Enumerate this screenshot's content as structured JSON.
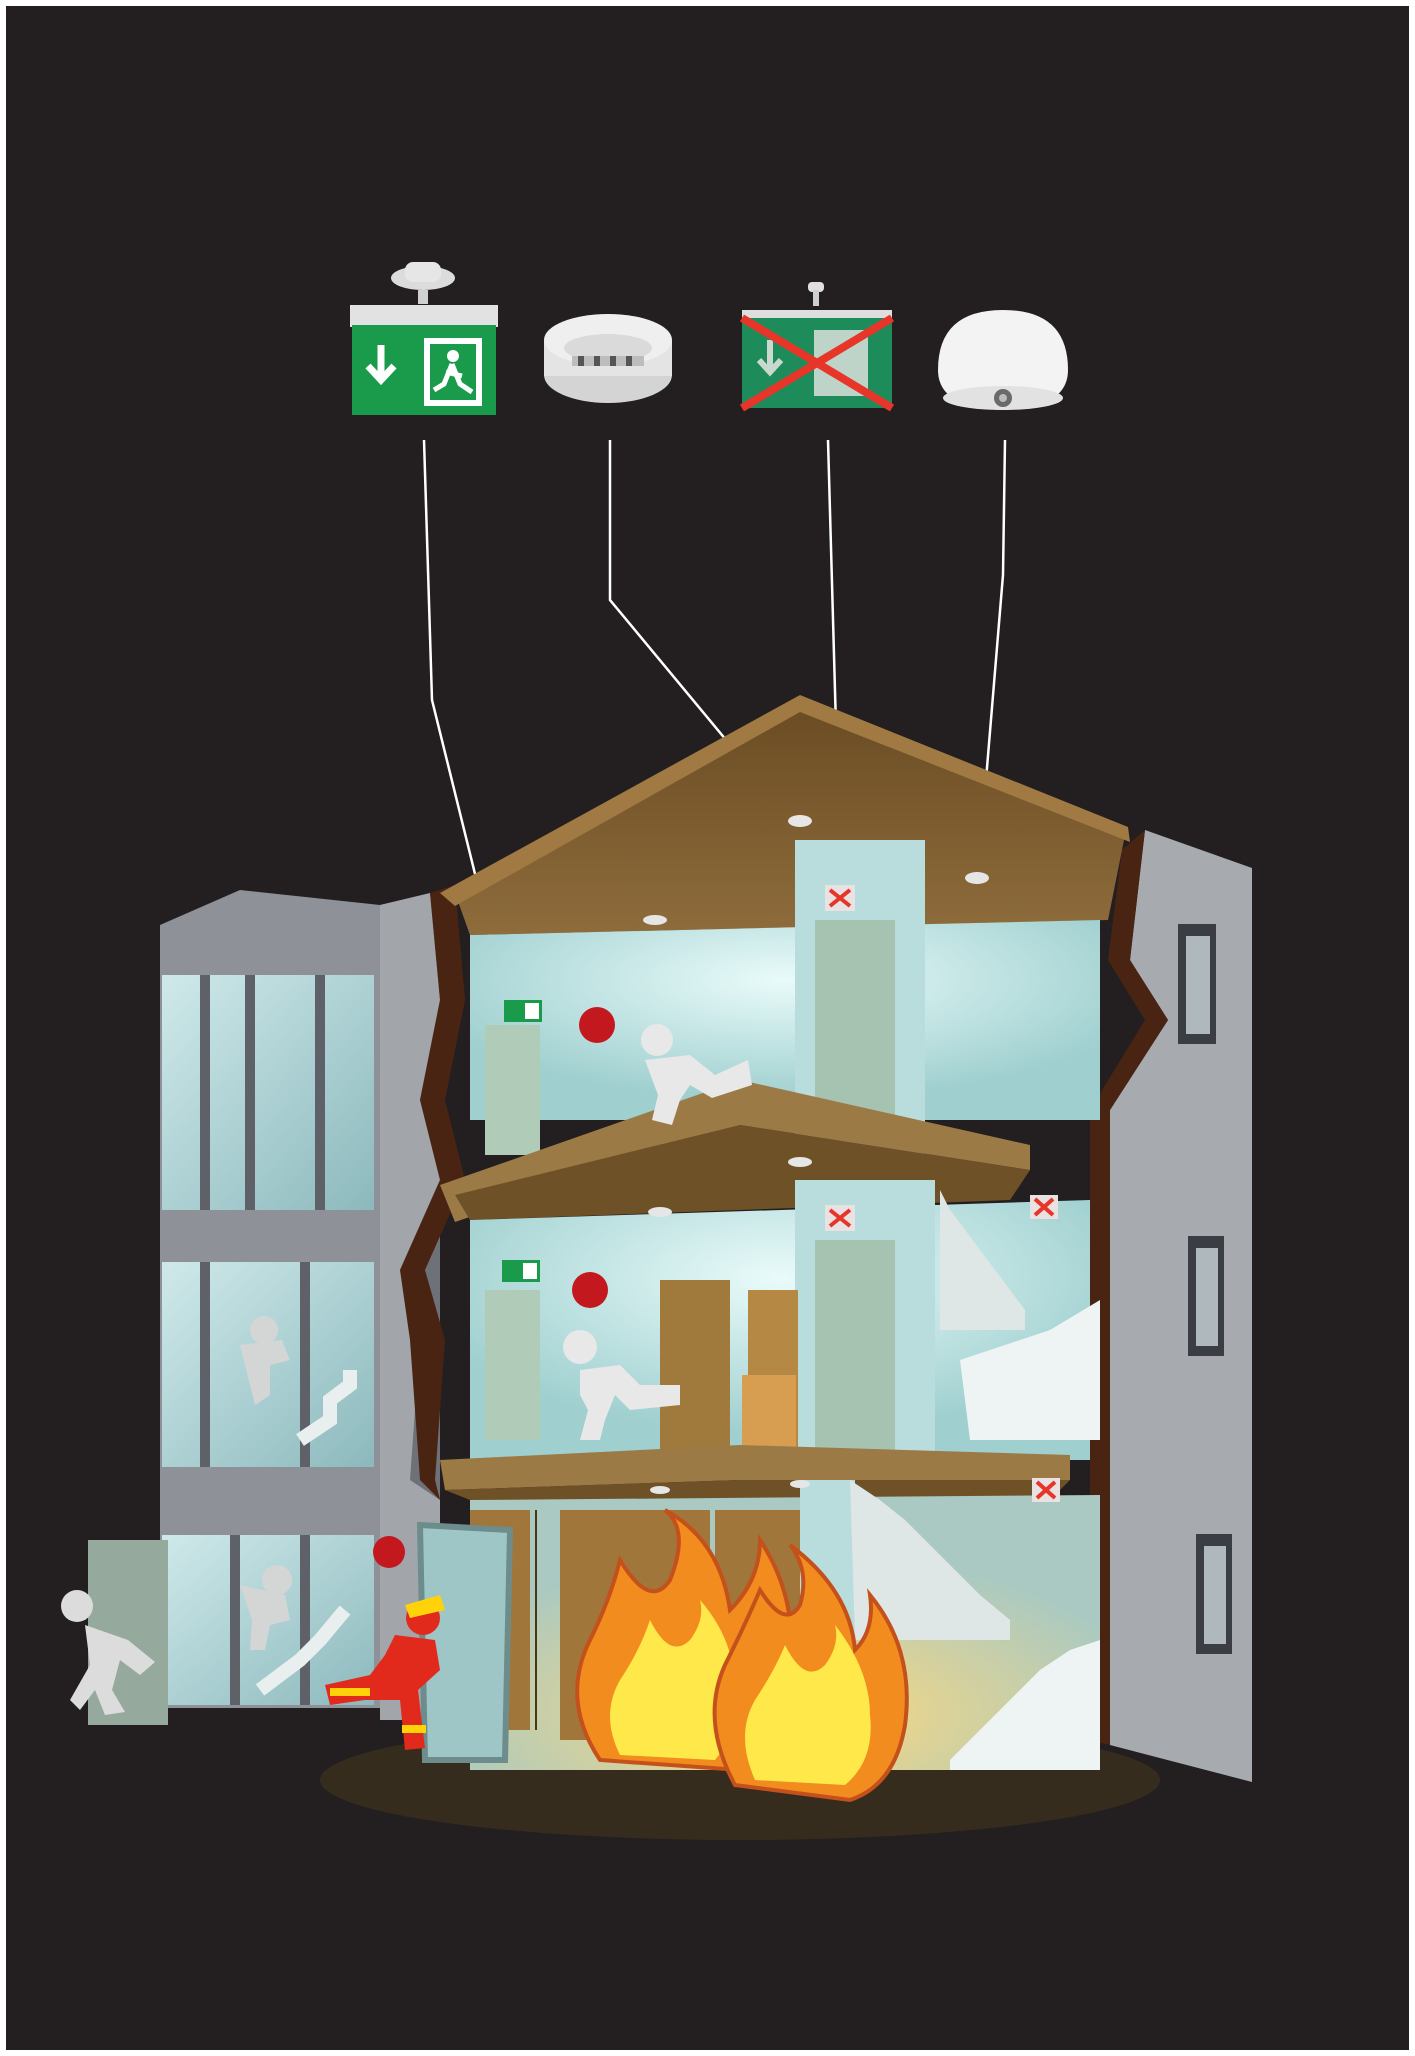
{
  "colors": {
    "background": "#231f20",
    "frame": "#ffffff",
    "exit_green": "#1a9a4b",
    "device_white": "#ececec",
    "wall_grey": "#9a9ea4",
    "floor_wood": "#8b6a3c",
    "ceiling_wood": "#7a5a2e",
    "room_glass": "#a9d6d6",
    "flame_orange": "#f28c1e",
    "flame_yellow": "#ffe84a",
    "alarm_red": "#c4181f",
    "firefighter_red": "#e12a1c",
    "arrow_white": "#ffffff"
  },
  "devices": [
    {
      "name": "emergency-exit-sign",
      "icon": "exit-sign-icon",
      "state": "active"
    },
    {
      "name": "smoke-detector",
      "icon": "smoke-detector-icon",
      "state": "active"
    },
    {
      "name": "blocked-exit-sign",
      "icon": "crossed-exit-sign-icon",
      "state": "blocked"
    },
    {
      "name": "ceiling-detector",
      "icon": "ceiling-detector-icon",
      "state": "active"
    }
  ],
  "building": {
    "floors": 3,
    "fire_floor": "ground",
    "figures": [
      "evacuee-top-floor",
      "evacuee-middle-floor",
      "evacuee-stairwell-upper",
      "evacuee-stairwell-lower",
      "evacuee-exiting",
      "firefighter"
    ]
  }
}
